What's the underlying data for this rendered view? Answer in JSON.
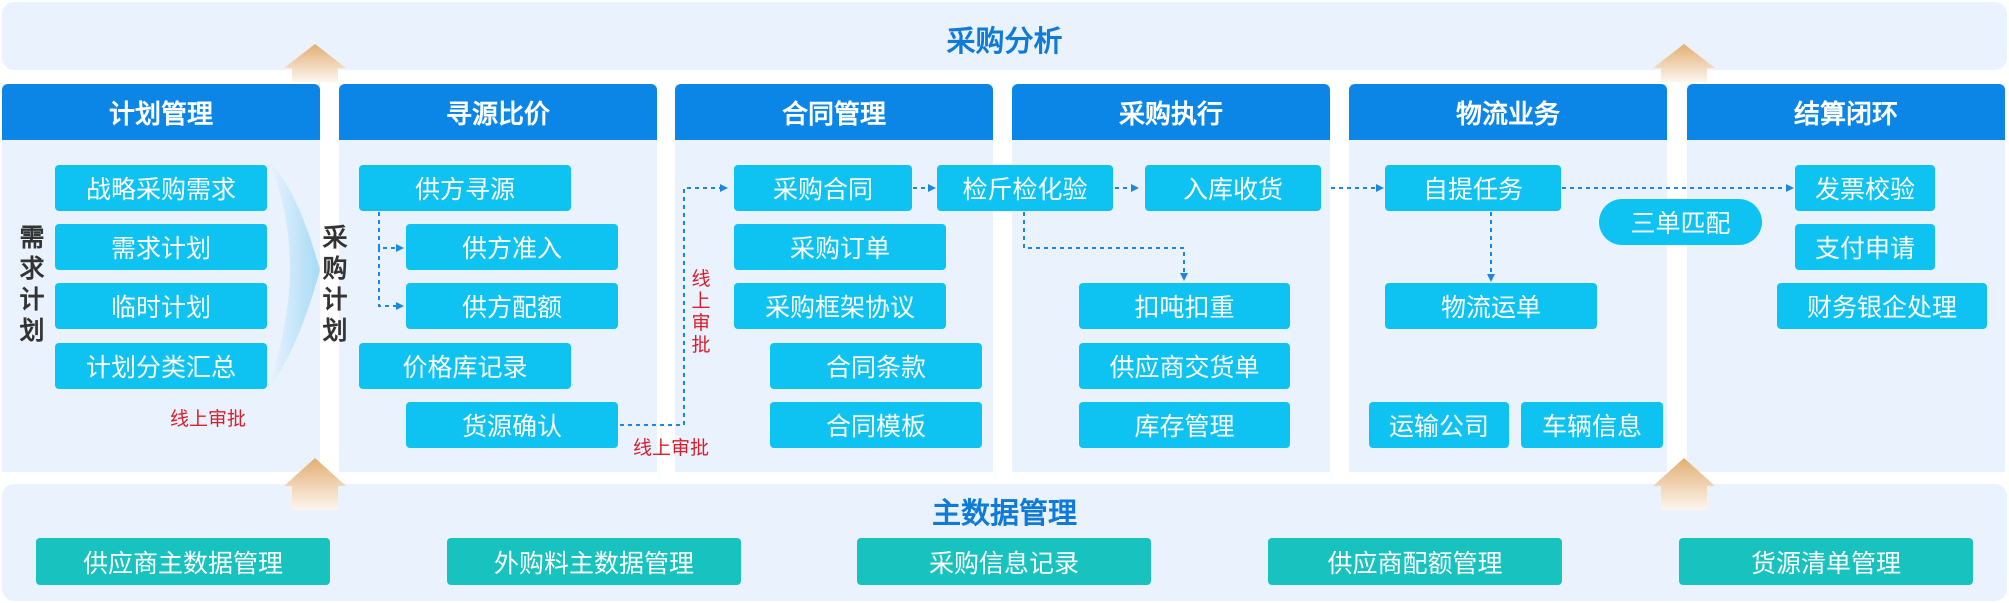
{
  "top_band": {
    "title": "采购分析"
  },
  "bottom_band": {
    "title": "主数据管理",
    "items": [
      "供应商主数据管理",
      "外购料主数据管理",
      "采购信息记录",
      "供应商配额管理",
      "货源清单管理"
    ]
  },
  "panels": {
    "plan": {
      "title": "计划管理",
      "side_label": [
        "需",
        "求",
        "计",
        "划"
      ],
      "items": [
        "战略采购需求",
        "需求计划",
        "临时计划",
        "计划分类汇总"
      ],
      "approval": "线上审批"
    },
    "sourcing": {
      "title": "寻源比价",
      "side_label": [
        "采",
        "购",
        "计",
        "划"
      ],
      "items": [
        "供方寻源",
        "供方准入",
        "供方配额",
        "价格库记录",
        "货源确认"
      ],
      "approval": "线上审批",
      "approval_vertical": [
        "线",
        "上",
        "审",
        "批"
      ]
    },
    "contract": {
      "title": "合同管理",
      "items": [
        "采购合同",
        "采购订单",
        "采购框架协议",
        "合同条款",
        "合同模板"
      ]
    },
    "execution": {
      "title": "采购执行",
      "items": [
        "检斤检化验",
        "入库收货",
        "扣吨扣重",
        "供应商交货单",
        "库存管理"
      ]
    },
    "logistics": {
      "title": "物流业务",
      "items": [
        "自提任务",
        "物流运单",
        "运输公司",
        "车辆信息"
      ]
    },
    "settlement": {
      "title": "结算闭环",
      "items": [
        "发票校验",
        "支付申请",
        "财务银企处理"
      ]
    }
  },
  "three_way_match": "三单匹配",
  "colors": {
    "header_blue": "#0c86e6",
    "item_cyan": "#0ec3f1",
    "master_teal": "#18c2bf",
    "title_blue": "#0f7ad8",
    "approval_red": "#d81e2c",
    "arrow_gold": "#e7b77e"
  }
}
